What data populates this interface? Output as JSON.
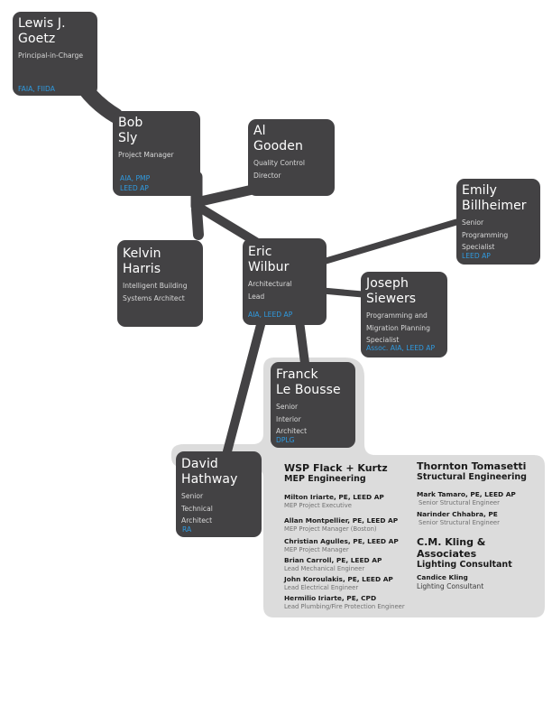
{
  "people": {
    "goetz": {
      "name_line1": "Lewis J.",
      "name_line2": "Goetz",
      "role_lines": [
        "Principal-in-Charge"
      ],
      "credentials": [
        "FAIA, FIIDA"
      ]
    },
    "sly": {
      "name_line1": "Bob",
      "name_line2": "Sly",
      "role_lines": [
        "Project Manager"
      ],
      "credentials": [
        "AIA, PMP",
        "LEED AP"
      ]
    },
    "gooden": {
      "name_line1": "Al",
      "name_line2": "Gooden",
      "role_lines": [
        "Quality Control",
        "Director"
      ],
      "credentials": []
    },
    "billheimer": {
      "name_line1": "Emily",
      "name_line2": "Billheimer",
      "role_lines": [
        "Senior",
        "Programming",
        "Specialist"
      ],
      "credentials": [
        "LEED AP"
      ]
    },
    "harris": {
      "name_line1": "Kelvin",
      "name_line2": "Harris",
      "role_lines": [
        "Intelligent Building",
        "Systems Architect"
      ],
      "credentials": []
    },
    "wilbur": {
      "name_line1": "Eric",
      "name_line2": "Wilbur",
      "role_lines": [
        "Architectural",
        "Lead"
      ],
      "credentials": [
        "AIA, LEED AP"
      ]
    },
    "siewers": {
      "name_line1": "Joseph",
      "name_line2": "Siewers",
      "role_lines": [
        "Programming and",
        "Migration Planning",
        "Specialist"
      ],
      "credentials": [
        "Assoc. AIA, LEED AP"
      ]
    },
    "lebousse": {
      "name_line1": "Franck",
      "name_line2": "Le Bousse",
      "role_lines": [
        "Senior",
        "Interior",
        "Architect"
      ],
      "credentials": [
        "DPLG"
      ]
    },
    "hathway": {
      "name_line1": "David",
      "name_line2": "Hathway",
      "role_lines": [
        "Senior",
        "Technical",
        "Architect"
      ],
      "credentials": [
        "RA"
      ]
    }
  },
  "consultants": {
    "wsp": {
      "name": "WSP Flack + Kurtz",
      "specialty": "MEP Engineering",
      "members": [
        {
          "name": "Milton Iriarte, PE, LEED AP",
          "role": "MEP Project Executive"
        },
        {
          "name": "Allan Montpellier, PE, LEED AP",
          "role": "MEP Project Manager (Boston)"
        },
        {
          "name": "Christian Agulles, PE, LEED AP",
          "role": "MEP Project Manager"
        },
        {
          "name": "Brian Carroll, PE, LEED AP",
          "role": "Lead Mechanical Engineer"
        },
        {
          "name": "John Koroulakis, PE, LEED AP",
          "role": "Lead Electrical Engineer"
        },
        {
          "name": "Hermilio Iriarte, PE, CPD",
          "role": "Lead Plumbing/Fire Protection Engineer"
        }
      ]
    },
    "thornton": {
      "name": "Thornton Tomasetti",
      "specialty": "Structural Engineering",
      "members": [
        {
          "name": "Mark Tamaro, PE, LEED AP",
          "role": "Senior Structural Engineer"
        },
        {
          "name": "Narinder Chhabra, PE",
          "role": "Senior Structural Engineer"
        }
      ]
    },
    "kling": {
      "name": "C.M. Kling & Associates",
      "specialty": "Lighting Consultant",
      "members": [
        {
          "name": "Candice Kling",
          "role": "Lighting Consultant"
        }
      ]
    }
  },
  "colors": {
    "card": "#434244",
    "connector": "#434244",
    "panel": "#dcdcdc",
    "credential": "#2f9ae0"
  }
}
